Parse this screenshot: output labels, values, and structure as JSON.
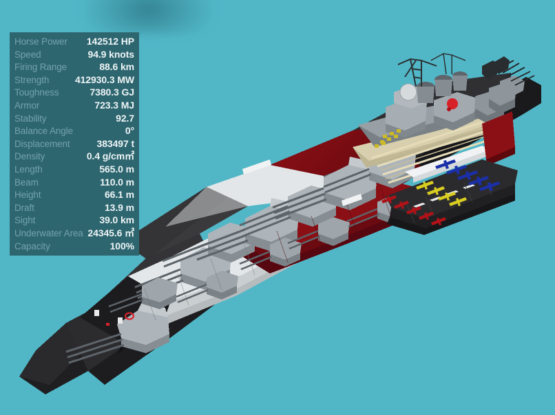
{
  "scene": {
    "background_color": "#51b7c7",
    "subject": "battleship-3d-model"
  },
  "stats_panel": {
    "panel_color": "#2e6670",
    "label_color": "#74a3ab",
    "value_color": "#edf4f5",
    "rows": [
      {
        "label": "Horse Power",
        "value": "142512 HP"
      },
      {
        "label": "Speed",
        "value": "94.9 knots"
      },
      {
        "label": "Firing Range",
        "value": "88.6 km"
      },
      {
        "label": "Strength",
        "value": "412930.3 MW"
      },
      {
        "label": "Toughness",
        "value": "7380.3 GJ"
      },
      {
        "label": "Armor",
        "value": "723.3 MJ"
      },
      {
        "label": "Stability",
        "value": "92.7"
      },
      {
        "label": "Balance Angle",
        "value": "0°"
      },
      {
        "label": "Displacement",
        "value": "383497 t"
      },
      {
        "label": "Density",
        "value": "0.4 g/cm㎡"
      },
      {
        "label": "Length",
        "value": "565.0 m"
      },
      {
        "label": "Beam",
        "value": "110.0 m"
      },
      {
        "label": "Height",
        "value": "66.1 m"
      },
      {
        "label": "Draft",
        "value": "13.9 m"
      },
      {
        "label": "Sight",
        "value": "39.0 km"
      },
      {
        "label": "Underwater Area",
        "value": "24345.6 ㎡"
      },
      {
        "label": "Capacity",
        "value": "100%"
      }
    ]
  },
  "ship": {
    "hull_colors": {
      "bow_dark": "#2c2c2e",
      "hull_light": "#cfd2d4",
      "hull_white": "#e9ecee",
      "hull_red": "#7d0d13",
      "hull_red_dark": "#5d080d",
      "hull_black": "#232326",
      "deck_tan": "#d9cfae",
      "turret_gray": "#9aa2a8",
      "turret_gray_dark": "#6f777d",
      "superstructure": "#8b9298",
      "flight_deck": "#2a2a2c"
    },
    "aircraft_colors": {
      "blue": "#1b2fa8",
      "yellow": "#d8cc20",
      "red": "#b01218"
    },
    "marker_color": "#d8222a"
  }
}
